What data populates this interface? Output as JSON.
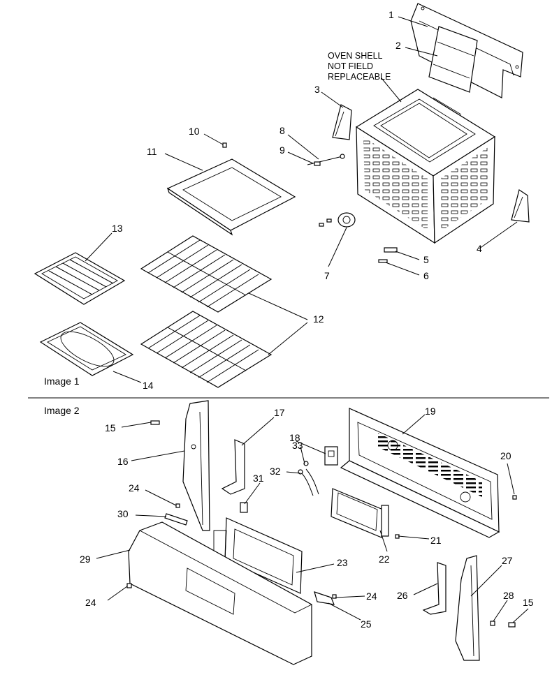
{
  "note": [
    "OVEN SHELL",
    "NOT FIELD",
    "REPLACEABLE"
  ],
  "section_labels": {
    "image1": "Image 1",
    "image2": "Image 2"
  },
  "callouts": {
    "n1": "1",
    "n2": "2",
    "n3": "3",
    "n4": "4",
    "n5": "5",
    "n6": "6",
    "n7": "7",
    "n8": "8",
    "n9": "9",
    "n10": "10",
    "n11": "11",
    "n12": "12",
    "n13": "13",
    "n14": "14",
    "n15a": "15",
    "n15b": "15",
    "n16": "16",
    "n17": "17",
    "n18": "18",
    "n19": "19",
    "n20": "20",
    "n21": "21",
    "n22": "22",
    "n23": "23",
    "n24a": "24",
    "n24b": "24",
    "n24c": "24",
    "n25": "25",
    "n26": "26",
    "n27": "27",
    "n28": "28",
    "n29": "29",
    "n30": "30",
    "n31": "31",
    "n32": "32",
    "n33": "33"
  }
}
